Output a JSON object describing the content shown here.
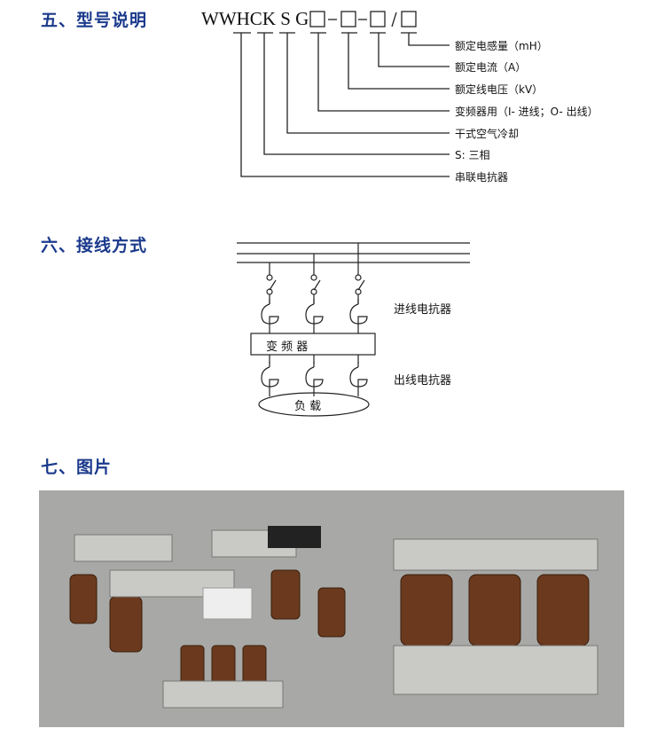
{
  "sections": {
    "model": {
      "heading": "五、型号说明",
      "code": "WWHCK S G",
      "separators": [
        "-",
        "-",
        "/"
      ],
      "labels": [
        "额定电感量（mH）",
        "额定电流（A）",
        "额定线电压（kV）",
        "变频器用（I- 进线；O- 出线）",
        "干式空气冷却",
        "S: 三相",
        "串联电抗器"
      ]
    },
    "wiring": {
      "heading": "六、接线方式",
      "inverter": "变 频 器",
      "load": "负 载",
      "input_reactor": "进线电抗器",
      "output_reactor": "出线电抗器"
    },
    "photos": {
      "heading": "七、图片"
    }
  },
  "colors": {
    "heading": "#1b3a8c",
    "photo_bg": "#a8a9a6"
  }
}
